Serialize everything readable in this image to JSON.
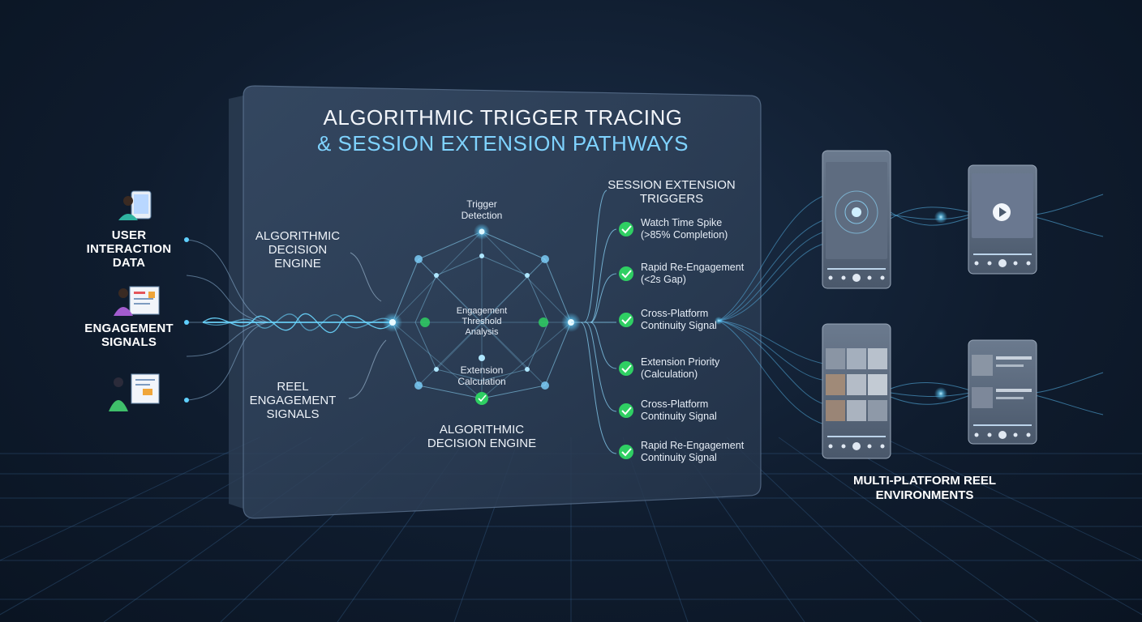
{
  "title": {
    "line1": "ALGORITHMIC TRIGGER TRACING",
    "line2": "& SESSION EXTENSION PATHWAYS"
  },
  "inputs": [
    {
      "lines": [
        "USER",
        "INTERACTION",
        "DATA"
      ],
      "icon": "user-tablet-icon"
    },
    {
      "lines": [
        "ENGAGEMENT",
        "SIGNALS"
      ],
      "icon": "user-dashboard-icon"
    },
    {
      "lines": [],
      "icon": "user-whiteboard-icon"
    }
  ],
  "panel": {
    "engine_label_top": [
      "ALGORITHMIC",
      "DECISION ENGINE"
    ],
    "reel_signals_label": [
      "REEL",
      "ENGAGEMENT",
      "SIGNALS"
    ],
    "engine_label_bottom": [
      "ALGORITHMIC",
      "DECISION ENGINE"
    ],
    "node_top": [
      "Trigger",
      "Detection"
    ],
    "node_center": [
      "Engagement",
      "Threshold",
      "Analysis"
    ],
    "node_bottom": [
      "Extension",
      "Calculation"
    ]
  },
  "triggers": {
    "heading": [
      "SESSION EXTENSION",
      "TRIGGERS"
    ],
    "items": [
      [
        "Watch Time Spike",
        "(>85% Completion)"
      ],
      [
        "Rapid Re-Engagement",
        "(<2s Gap)"
      ],
      [
        "Cross-Platform",
        "Continuity Signal"
      ],
      [
        "Extension Priority",
        "(Calculation)"
      ],
      [
        "Cross-Platform",
        "Continuity Signal"
      ],
      [
        "Rapid Re-Engagement",
        "Continuity Signal"
      ]
    ]
  },
  "environments": {
    "label": [
      "MULTI-PLATFORM REEL",
      "ENVIRONMENTS"
    ]
  },
  "colors": {
    "accent": "#5fd0ff",
    "check": "#2fcf63",
    "title_highlight": "#7fd3ff"
  }
}
